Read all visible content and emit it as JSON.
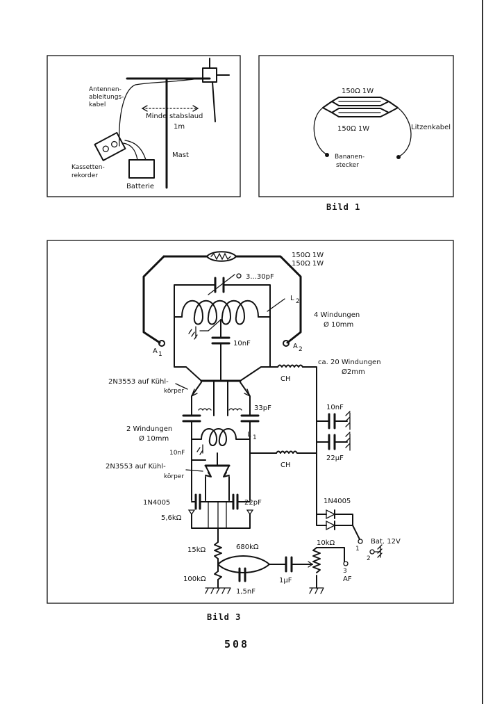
{
  "figure1_left": {
    "antenna_cable_label": [
      "Antennen-",
      "ableitungs-",
      "kabel"
    ],
    "min_rod_label": "Minde",
    "stabslaud_label": "stabslaud",
    "length_label": "1m",
    "mast_label": "Mast",
    "recorder_label": [
      "Kassetten-",
      "rekorder"
    ],
    "battery_label": "Batterie"
  },
  "figure1_right": {
    "resistor_top_label": "150Ω 1W",
    "resistor_bottom_label": "150Ω 1W",
    "litz_label": "Litzenkabel",
    "plug_label": [
      "Bananen-",
      "stecker"
    ]
  },
  "caption_fig1": "Bild 1",
  "figure3": {
    "resistors_label": [
      "150Ω 1W",
      "150Ω 1W"
    ],
    "trimmer_label": "3...30pF",
    "coil_l2_label": "L",
    "coil_l2_sub": "2",
    "coil_l2_windings": "4 Windungen",
    "coil_l2_diameter": "Ø 10mm",
    "cap_10nf_top": "10nF",
    "a1_label": "A",
    "a1_sub": "1",
    "a2_label": "A",
    "a2_sub": "2",
    "choke_windings": "ca. 20 Windungen",
    "choke_diameter": "Ø2mm",
    "ch_top": "CH",
    "ch_bottom": "CH",
    "transistor_top": [
      "2N3553 auf Kühl-",
      "körper"
    ],
    "transistor_bottom": [
      "2N3553 auf Kühl-",
      "körper"
    ],
    "cap_10nf_right": "10nF",
    "cap_22uf": "22μF",
    "cap_33pf": "33pF",
    "coil_l1_windings": "2 Windungen",
    "coil_l1_diameter": "Ø 10mm",
    "coil_l1_label": "L",
    "coil_l1_sub": "1",
    "cap_10nf_small": "10nF",
    "diode_left": "1N4005",
    "resistor_5k6": "5,6kΩ",
    "cap_22pf": "22pF",
    "diode_right": "1N4005",
    "resistor_15k": "15kΩ",
    "resistor_680k": "680kΩ",
    "resistor_100k": "100kΩ",
    "cap_1n5": "1,5nF",
    "cap_1uf": "1μF",
    "pot_10k": "10kΩ",
    "battery_label": "Bat. 12V",
    "af_label": "AF",
    "terminal_1": "1",
    "terminal_2": "2",
    "terminal_3": "3"
  },
  "caption_fig3": "Bild 3",
  "page_number": "508"
}
